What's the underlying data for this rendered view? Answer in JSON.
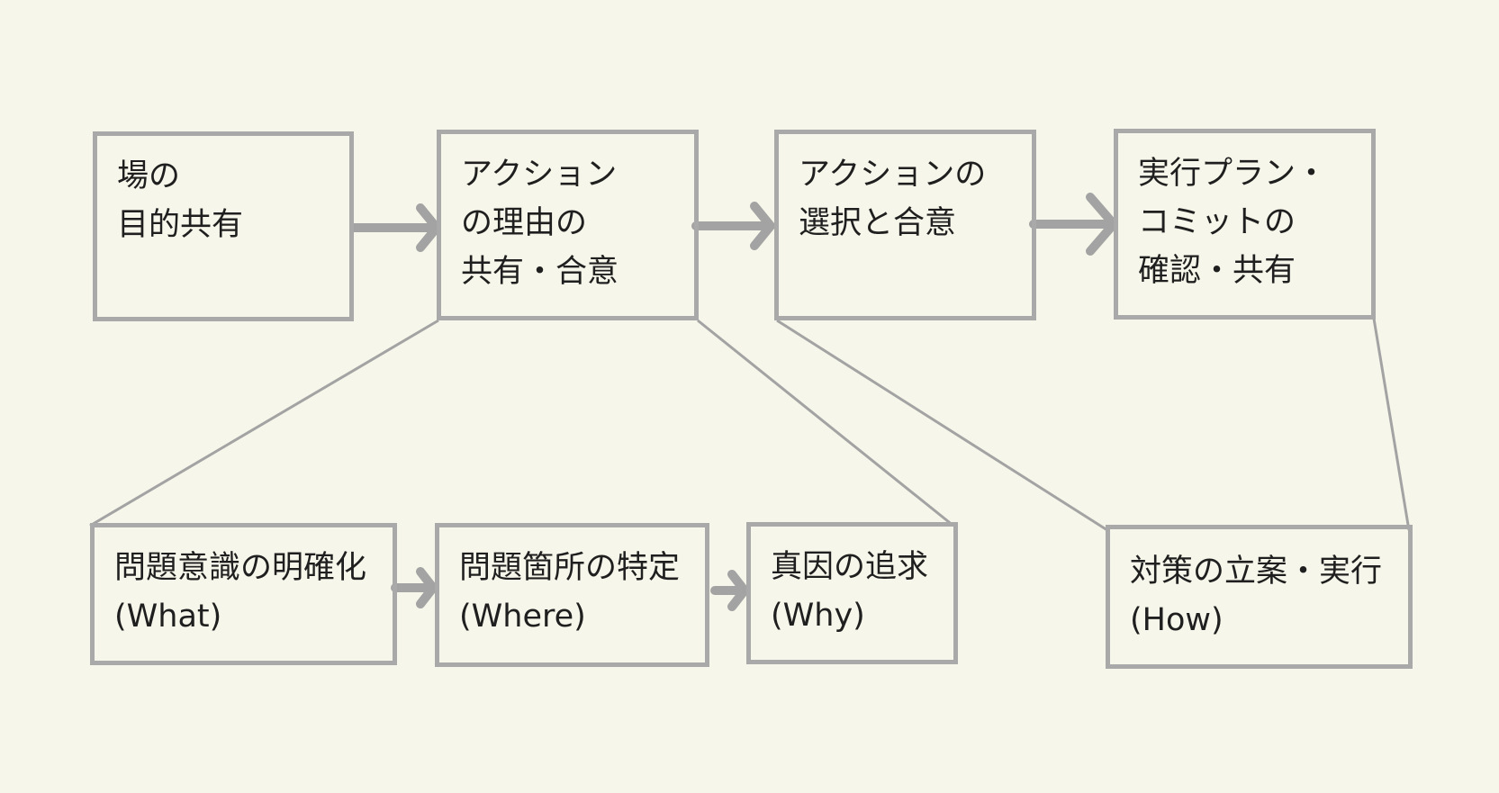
{
  "colors": {
    "background": "#f7f6ea",
    "stroke": "#a9a9a9",
    "text": "#1f1f1f"
  },
  "top_row": [
    {
      "lines": [
        "場の",
        "目的共有"
      ]
    },
    {
      "lines": [
        "アクション",
        "の理由の",
        "共有・合意"
      ]
    },
    {
      "lines": [
        "アクションの",
        "選択と合意"
      ]
    },
    {
      "lines": [
        "実行プラン・",
        "コミットの",
        "確認・共有"
      ]
    }
  ],
  "bottom_row": [
    {
      "lines": [
        "問題意識の明確化",
        "(What)"
      ]
    },
    {
      "lines": [
        "問題箇所の特定",
        "(Where)"
      ]
    },
    {
      "lines": [
        "真因の追求",
        "(Why)"
      ]
    },
    {
      "lines": [
        "対策の立案・実行",
        "(How)"
      ]
    }
  ]
}
